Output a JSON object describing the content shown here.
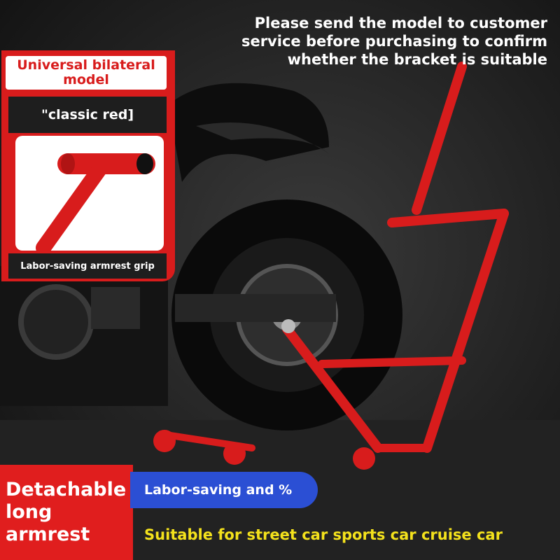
{
  "notice": {
    "line1": "Please send the model to customer",
    "line2": "service before purchasing to confirm",
    "line3": "whether the bracket is suitable"
  },
  "model": {
    "badge_line1": "Universal bilateral",
    "badge_line2": "model",
    "variant": "\"classic red]",
    "grip_caption": "Labor-saving armrest grip"
  },
  "armrest": {
    "line1": "Detachable",
    "line2": "long",
    "line3": "armrest"
  },
  "labor_badge": "Labor-saving and %",
  "suitable_text": "Suitable for street car sports car cruise car",
  "colors": {
    "brand_red": "#d81c1c",
    "accent_blue": "#2b4fd4",
    "accent_yellow": "#f4e21c"
  }
}
